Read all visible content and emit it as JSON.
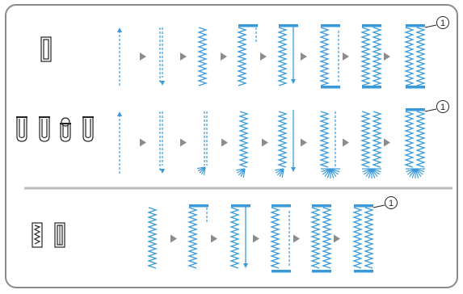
{
  "panel": {
    "border_color": "#8a8a8a",
    "separator_color": "#bdbdbd",
    "background": "#ffffff"
  },
  "colors": {
    "stitch": "#3a9ad9",
    "arrow": "#8c8c8c",
    "icon": "#222222"
  },
  "callout_label": "1",
  "sections": [
    {
      "name": "square-buttonhole",
      "icon_styles": [
        "square"
      ],
      "steps": [
        "guide-up",
        "guide-down",
        "left-zigzag",
        "top-bartack",
        "left-zigzag-return",
        "bottom-bartack",
        "right-zigzag",
        "finished"
      ],
      "callout_step": 8
    },
    {
      "name": "rounded-buttonhole",
      "icon_styles": [
        "round",
        "round",
        "keyhole",
        "tapered"
      ],
      "steps": [
        "guide-up",
        "guide-down",
        "fan-bottom",
        "left-zigzag",
        "left-zigzag-return",
        "bottom-fan",
        "right-zigzag",
        "finished"
      ],
      "callout_step": 8
    },
    {
      "name": "stretch-buttonhole",
      "icon_styles": [
        "wavy",
        "stretch"
      ],
      "steps": [
        "left-zigzag",
        "top-bartack",
        "left-zigzag-return",
        "bottom-bartack",
        "right-zigzag",
        "finished"
      ],
      "callout_step": 6
    }
  ]
}
